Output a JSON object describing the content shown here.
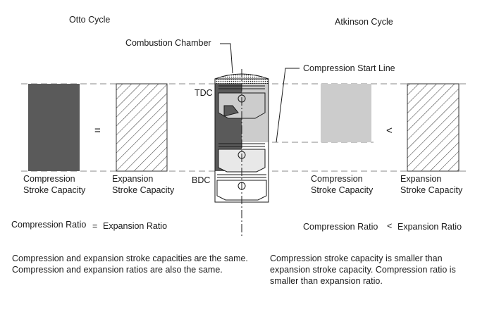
{
  "otto": {
    "title": "Otto Cycle",
    "compression_label": [
      "Compression",
      "Stroke Capacity"
    ],
    "expansion_label": [
      "Expansion",
      "Stroke Capacity"
    ],
    "relation_symbol": "=",
    "ratio": {
      "left": "Compression Ratio",
      "symbol": "=",
      "right": "Expansion Ratio"
    },
    "description": "Compression and expansion stroke capacities are the same. Compression and expansion ratios are also the same."
  },
  "atkinson": {
    "title": "Atkinson Cycle",
    "compression_label": [
      "Compression",
      "Stroke Capacity"
    ],
    "expansion_label": [
      "Expansion",
      "Stroke Capacity"
    ],
    "relation_symbol": "<",
    "ratio": {
      "left": "Compression Ratio",
      "symbol": "<",
      "right": "Expansion Ratio"
    },
    "description": "Compression stroke capacity is smaller than expansion stroke capacity. Compression ratio is smaller than expansion ratio."
  },
  "engine": {
    "combustion_chamber": "Combustion Chamber",
    "compression_start_line": "Compression Start Line",
    "tdc": "TDC",
    "bdc": "BDC"
  },
  "colors": {
    "dark_fill": "#5a5a5a",
    "light_fill": "#cccccc",
    "line": "#1a1a1a",
    "dash": "#888888"
  }
}
